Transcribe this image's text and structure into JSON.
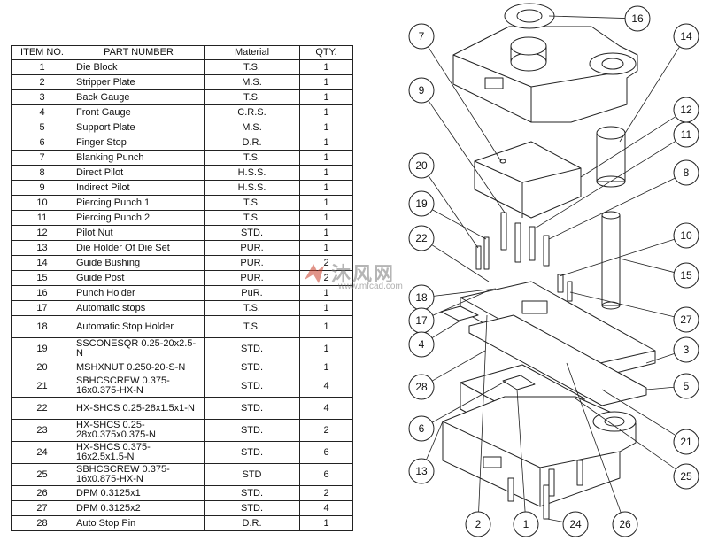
{
  "bom": {
    "headers": [
      "ITEM NO.",
      "PART NUMBER",
      "Material",
      "QTY."
    ],
    "rows": [
      {
        "item": "1",
        "part": "Die Block",
        "material": "T.S.",
        "qty": "1"
      },
      {
        "item": "2",
        "part": "Stripper Plate",
        "material": "M.S.",
        "qty": "1"
      },
      {
        "item": "3",
        "part": "Back Gauge",
        "material": "T.S.",
        "qty": "1"
      },
      {
        "item": "4",
        "part": "Front Gauge",
        "material": "C.R.S.",
        "qty": "1"
      },
      {
        "item": "5",
        "part": "Support Plate",
        "material": "M.S.",
        "qty": "1"
      },
      {
        "item": "6",
        "part": "Finger Stop",
        "material": "D.R.",
        "qty": "1"
      },
      {
        "item": "7",
        "part": "Blanking Punch",
        "material": "T.S.",
        "qty": "1"
      },
      {
        "item": "8",
        "part": "Direct Pilot",
        "material": "H.S.S.",
        "qty": "1"
      },
      {
        "item": "9",
        "part": "Indirect Pilot",
        "material": "H.S.S.",
        "qty": "1"
      },
      {
        "item": "10",
        "part": "Piercing Punch 1",
        "material": "T.S.",
        "qty": "1"
      },
      {
        "item": "11",
        "part": "Piercing Punch 2",
        "material": "T.S.",
        "qty": "1"
      },
      {
        "item": "12",
        "part": "Pilot Nut",
        "material": "STD.",
        "qty": "1"
      },
      {
        "item": "13",
        "part": "Die Holder Of Die Set",
        "material": "PUR.",
        "qty": "1"
      },
      {
        "item": "14",
        "part": "Guide Bushing",
        "material": "PUR.",
        "qty": "2"
      },
      {
        "item": "15",
        "part": "Guide Post",
        "material": "PUR.",
        "qty": "2"
      },
      {
        "item": "16",
        "part": "Punch Holder",
        "material": "PuR.",
        "qty": "1"
      },
      {
        "item": "17",
        "part": "Automatic stops",
        "material": "T.S.",
        "qty": "1"
      },
      {
        "item": "18",
        "part": "Automatic Stop Holder",
        "material": "T.S.",
        "qty": "1"
      },
      {
        "item": "19",
        "part": "SSCONESQR 0.25-20x2.5-N",
        "material": "STD.",
        "qty": "1"
      },
      {
        "item": "20",
        "part": "MSHXNUT 0.250-20-S-N",
        "material": "STD.",
        "qty": "1"
      },
      {
        "item": "21",
        "part": "SBHCSCREW 0.375-16x0.375-HX-N",
        "material": "STD.",
        "qty": "4"
      },
      {
        "item": "22",
        "part": "HX-SHCS 0.25-28x1.5x1-N",
        "material": "STD.",
        "qty": "4"
      },
      {
        "item": "23",
        "part": "HX-SHCS 0.25-28x0.375x0.375-N",
        "material": "STD.",
        "qty": "2"
      },
      {
        "item": "24",
        "part": "HX-SHCS 0.375-16x2.5x1.5-N",
        "material": "STD.",
        "qty": "6"
      },
      {
        "item": "25",
        "part": "SBHCSCREW 0.375-16x0.875-HX-N",
        "material": "STD",
        "qty": "6"
      },
      {
        "item": "26",
        "part": "DPM 0.3125x1",
        "material": "STD.",
        "qty": "2"
      },
      {
        "item": "27",
        "part": "DPM 0.3125x2",
        "material": "STD.",
        "qty": "4"
      },
      {
        "item": "28",
        "part": "Auto Stop Pin",
        "material": "D.R.",
        "qty": "1"
      }
    ]
  },
  "balloons": [
    "16",
    "7",
    "14",
    "9",
    "12",
    "11",
    "20",
    "8",
    "19",
    "10",
    "22",
    "15",
    "18",
    "27",
    "17",
    "4",
    "3",
    "28",
    "5",
    "6",
    "21",
    "13",
    "25",
    "2",
    "1",
    "24",
    "26"
  ],
  "watermark": {
    "title": "沐风网",
    "url": "www.mfcad.com"
  },
  "colors": {
    "line": "#222222",
    "fill": "#ffffff",
    "watermark": "#8a8a8a"
  }
}
